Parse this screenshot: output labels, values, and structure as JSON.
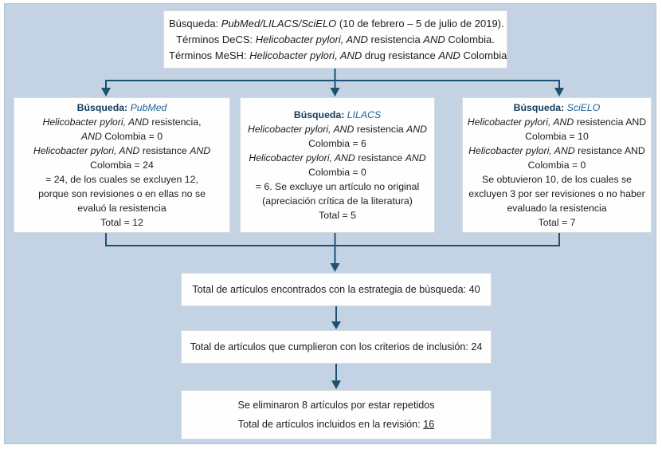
{
  "palette": {
    "page_bg": "#ffffff",
    "panel_bg": "#c4d3e3",
    "panel_border": "#b2c4d7",
    "box_bg": "#fefefe",
    "box_border": "#d6dbe0",
    "text": "#1c1c1c",
    "line": "#1d5174",
    "title_label": "#113c5f",
    "title_name": "#1e6295"
  },
  "flowchart": {
    "strategy": {
      "lines": [
        [
          {
            "t": "Búsqueda: "
          },
          {
            "t": "PubMed/LILACS/SciELO",
            "i": true
          },
          {
            "t": " (10 de febrero – 5 de julio de 2019)."
          }
        ],
        [
          {
            "t": "Términos DeCS: "
          },
          {
            "t": "Helicobacter pylori, AND",
            "i": true
          },
          {
            "t": " resistencia "
          },
          {
            "t": "AND",
            "i": true
          },
          {
            "t": " Colombia."
          }
        ],
        [
          {
            "t": "Términos MeSH: "
          },
          {
            "t": "Helicobacter pylori, AND",
            "i": true
          },
          {
            "t": " drug resistance "
          },
          {
            "t": "AND",
            "i": true
          },
          {
            "t": " Colombia"
          }
        ]
      ]
    },
    "pubmed": {
      "lines": [
        [
          {
            "t": "Búsqueda: ",
            "b": true,
            "c": "title_label"
          },
          {
            "t": "PubMed",
            "i": true,
            "c": "title_name"
          }
        ],
        [
          {
            "t": "Helicobacter pylori, AND",
            "i": true
          },
          {
            "t": " resistencia,"
          }
        ],
        [
          {
            "t": "AND",
            "i": true
          },
          {
            "t": " Colombia = 0"
          }
        ],
        [
          {
            "t": "Helicobacter pylori, AND",
            "i": true
          },
          {
            "t": " resistance "
          },
          {
            "t": "AND",
            "i": true
          }
        ],
        [
          {
            "t": "Colombia = 24"
          }
        ],
        [
          {
            "t": "= 24, de los cuales se excluyen 12,"
          }
        ],
        [
          {
            "t": "porque son revisiones o en ellas no se"
          }
        ],
        [
          {
            "t": "evaluó la resistencia"
          }
        ],
        [
          {
            "t": "Total = 12"
          }
        ]
      ]
    },
    "lilacs": {
      "lines": [
        [
          {
            "t": "Búsqueda: ",
            "b": true,
            "c": "title_label"
          },
          {
            "t": "LILACS",
            "i": true,
            "c": "title_name"
          }
        ],
        [
          {
            "t": "Helicobacter pylori, AND",
            "i": true
          },
          {
            "t": " resistencia "
          },
          {
            "t": "AND",
            "i": true
          }
        ],
        [
          {
            "t": "Colombia = 6"
          }
        ],
        [
          {
            "t": "Helicobacter pylori, AND",
            "i": true
          },
          {
            "t": " resistance "
          },
          {
            "t": "AND",
            "i": true
          }
        ],
        [
          {
            "t": "Colombia = 0"
          }
        ],
        [
          {
            "t": "= 6. Se excluye un artículo no original"
          }
        ],
        [
          {
            "t": "(apreciación crítica de la literatura)"
          }
        ],
        [
          {
            "t": "Total = 5"
          }
        ]
      ]
    },
    "scielo": {
      "lines": [
        [
          {
            "t": "Búsqueda: ",
            "b": true,
            "c": "title_label"
          },
          {
            "t": "SciELO",
            "i": true,
            "c": "title_name"
          }
        ],
        [
          {
            "t": "Helicobacter pylori, AND",
            "i": true
          },
          {
            "t": " resistencia AND"
          }
        ],
        [
          {
            "t": "Colombia = 10"
          }
        ],
        [
          {
            "t": "Helicobacter pylori, AND",
            "i": true
          },
          {
            "t": " resistance AND"
          }
        ],
        [
          {
            "t": "Colombia = 0"
          }
        ],
        [
          {
            "t": "Se obtuvieron 10, de los cuales se"
          }
        ],
        [
          {
            "t": "excluyen 3 por ser revisiones o no haber"
          }
        ],
        [
          {
            "t": "evaluado la resistencia"
          }
        ],
        [
          {
            "t": "Total = 7"
          }
        ]
      ]
    },
    "total_found": {
      "lines": [
        [
          {
            "t": "Total de artículos encontrados con la estrategia de búsqueda: 40"
          }
        ]
      ]
    },
    "inclusion": {
      "lines": [
        [
          {
            "t": "Total de artículos que cumplieron con los criterios de inclusión: 24"
          }
        ]
      ]
    },
    "final": {
      "lines": [
        [
          {
            "t": "Se eliminaron 8 artículos por estar repetidos"
          }
        ],
        [
          {
            "t": "Total de artículos incluidos en la revisión: "
          },
          {
            "t": "16",
            "u": true
          }
        ]
      ]
    }
  }
}
